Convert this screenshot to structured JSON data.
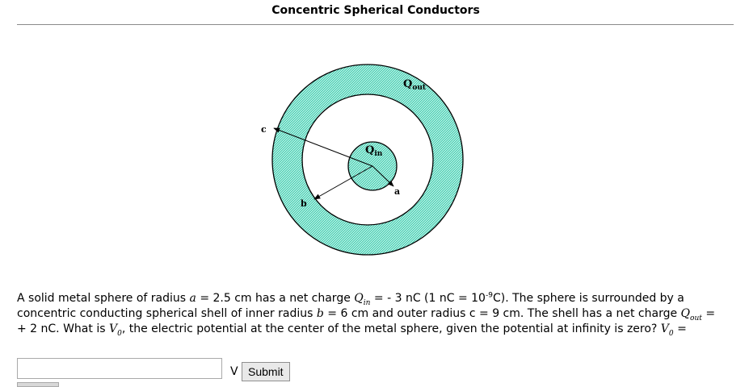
{
  "page": {
    "title": "Concentric Spherical Conductors"
  },
  "figure": {
    "labels": {
      "q_out": "Q",
      "q_out_sub": "out",
      "q_in": "Q",
      "q_in_sub": "in",
      "a": "a",
      "b": "b",
      "c": "c"
    },
    "colors": {
      "conductor_fill": "#48d1b4",
      "hatch_line": "#ffffff",
      "outline": "#000000"
    }
  },
  "problem": {
    "line1": {
      "t1": "A solid metal sphere of radius ",
      "v_a": "a",
      "t2": " = 2.5 cm has a net charge ",
      "v_q": "Q",
      "v_q_sub": "in",
      "t3": " = - 3 nC (1 nC = 10",
      "exp": "-9",
      "t4": "C). The sphere is surrounded by a"
    },
    "line2": {
      "t1": "concentric conducting spherical shell of inner radius ",
      "v_b": "b",
      "t2": " = 6 cm and outer radius c = 9 cm. The shell has a net charge ",
      "v_q": "Q",
      "v_q_sub": "out",
      "t3": " ="
    },
    "line3": {
      "t1": "+ 2 nC. What is ",
      "v1": "V",
      "v1_sub": "0",
      "t2": ", the electric potential at the center of the metal sphere, given the potential at infinity is zero? ",
      "v2": "V",
      "v2_sub": "0",
      "t3": " ="
    }
  },
  "answer": {
    "value": "",
    "placeholder": "",
    "unit": "V",
    "submit_label": "Submit"
  }
}
